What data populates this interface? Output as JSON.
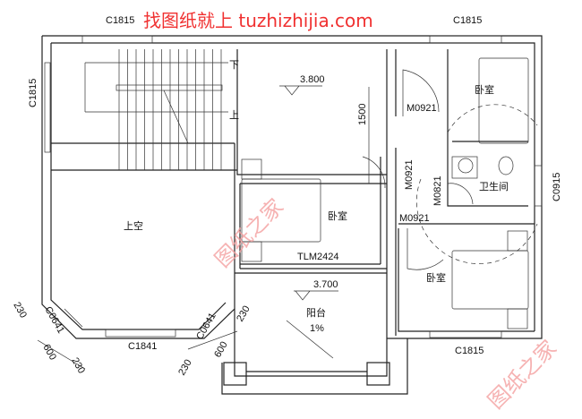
{
  "watermark": {
    "top": "找图纸就上 tuzhizhijia.com",
    "stamp": "图纸之家",
    "color": "#e82020"
  },
  "windows": {
    "top_left": "C1815",
    "top_right": "C1815",
    "left": "C1815",
    "bay_bottom": "C1841",
    "bay_left": "C0641",
    "bay_right": "C0641",
    "bath": "C0915",
    "bottom_right": "C1815"
  },
  "doors": {
    "hall": "M0921",
    "bath_left": "M0921",
    "bath": "M0821",
    "lower": "M0921",
    "sliding": "TLM2424"
  },
  "rooms": {
    "bedroom_top": "卧室",
    "bath": "卫生间",
    "bedroom_mid": "卧室",
    "void": "上空",
    "balcony": "阳台",
    "bedroom_bottom": "卧室"
  },
  "stairs": {
    "down": "下",
    "up": "上"
  },
  "levels": {
    "hall": "3.800",
    "balcony": "3.700",
    "slope": "1%"
  },
  "dims": {
    "hall_depth": "1500",
    "a": "230",
    "b": "600",
    "c": "230",
    "d": "230",
    "e": "600",
    "f": "230"
  }
}
